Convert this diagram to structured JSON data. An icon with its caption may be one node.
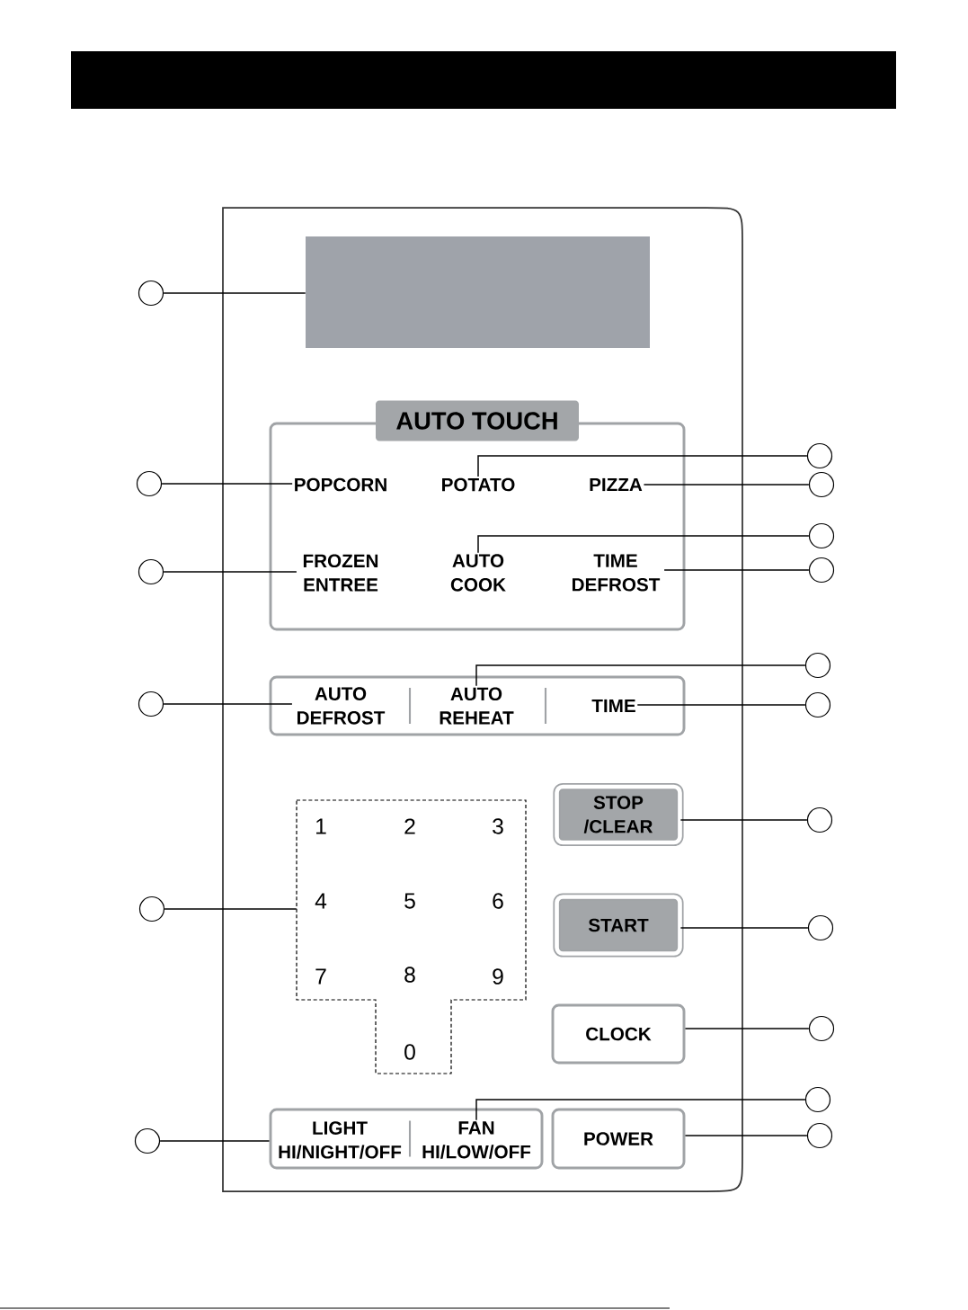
{
  "diagram": {
    "nodes": [
      {
        "text": [],
        "shape": "box"
      },
      {
        "text": [],
        "shape": "box",
        "in": 0
      },
      {
        "text": [
          "AUTO TOUCH"
        ],
        "in": 0
      },
      {
        "text": [
          "POPCORN"
        ],
        "in": 2
      },
      {
        "text": [
          "POTATO"
        ],
        "in": 2
      },
      {
        "text": [
          "PIZZA"
        ],
        "in": 2
      },
      {
        "text": [
          "FROZEN ENTREE"
        ],
        "in": 2
      },
      {
        "text": [
          "AUTO COOK"
        ],
        "in": 2
      },
      {
        "text": [
          "TIME DEFROST"
        ],
        "in": 2
      },
      {
        "text": [],
        "shape": "bar",
        "in": 0
      },
      {
        "text": [
          "AUTO DEFROST"
        ],
        "in": 9
      },
      {
        "text": [
          "AUTO REHEAT"
        ],
        "in": 9
      },
      {
        "text": [
          "TIME"
        ],
        "in": 9
      },
      {
        "text": [
          "1",
          "2",
          "3",
          "4",
          "5",
          "6",
          "7",
          "8",
          "9",
          "0"
        ],
        "in": 0
      },
      {
        "text": [
          "STOP /CLEAR"
        ],
        "in": 0
      },
      {
        "text": [
          "START"
        ],
        "in": 0
      },
      {
        "text": [
          "CLOCK"
        ],
        "in": 0
      },
      {
        "text": [],
        "shape": "bar",
        "in": 0
      },
      {
        "text": [
          "LIGHT HI/NIGHT/OFF"
        ],
        "in": 17
      },
      {
        "text": [
          "FAN HI/LOW/OFF"
        ],
        "in": 17
      },
      {
        "text": [
          "POWER"
        ],
        "in": 0
      },
      {
        "text": [],
        "shape": "circle"
      },
      {
        "text": [],
        "shape": "circle"
      },
      {
        "text": [],
        "shape": "circle"
      },
      {
        "text": [],
        "shape": "circle"
      },
      {
        "text": [],
        "shape": "circle"
      },
      {
        "text": [],
        "shape": "circle"
      },
      {
        "text": [],
        "shape": "circle"
      },
      {
        "text": [],
        "shape": "circle"
      },
      {
        "text": [],
        "shape": "circle"
      },
      {
        "text": [],
        "shape": "circle"
      },
      {
        "text": [],
        "shape": "circle"
      },
      {
        "text": [],
        "shape": "circle"
      },
      {
        "text": [],
        "shape": "circle"
      },
      {
        "text": [],
        "shape": "circle"
      },
      {
        "text": [],
        "shape": "circle"
      },
      {
        "text": [],
        "shape": "circle"
      },
      {
        "text": [],
        "shape": "circle"
      }
    ],
    "edges": [
      {
        "from": 21,
        "to": 1,
        "arrow": "none"
      },
      {
        "from": 22,
        "to": 3,
        "arrow": "none"
      },
      {
        "from": 23,
        "to": 6,
        "arrow": "none"
      },
      {
        "from": 24,
        "to": 10,
        "arrow": "none"
      },
      {
        "from": 25,
        "to": 13,
        "arrow": "none"
      },
      {
        "from": 26,
        "to": 17,
        "arrow": "none"
      },
      {
        "from": 27,
        "to": 4,
        "arrow": "none"
      },
      {
        "from": 28,
        "to": 5,
        "arrow": "none"
      },
      {
        "from": 29,
        "to": 7,
        "arrow": "none"
      },
      {
        "from": 30,
        "to": 8,
        "arrow": "none"
      },
      {
        "from": 31,
        "to": 11,
        "arrow": "none"
      },
      {
        "from": 32,
        "to": 12,
        "arrow": "none"
      },
      {
        "from": 33,
        "to": 14,
        "arrow": "none"
      },
      {
        "from": 34,
        "to": 15,
        "arrow": "none"
      },
      {
        "from": 35,
        "to": 16,
        "arrow": "none"
      },
      {
        "from": 36,
        "to": 19,
        "arrow": "none"
      },
      {
        "from": 37,
        "to": 20,
        "arrow": "none"
      }
    ]
  }
}
